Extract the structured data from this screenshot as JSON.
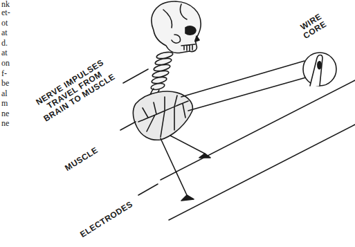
{
  "diagram": {
    "labels": [
      "nk",
      "et-",
      "ot",
      "at",
      "d.",
      "at",
      "on",
      "f-",
      "be",
      "al",
      "m",
      "ne",
      "ne",
      "NERVE IMPULSES TRAVEL FROM BRAIN TO MUSCLE",
      "MUSCLE",
      "ELECTRODES",
      "WIRE CORE"
    ]
  }
}
